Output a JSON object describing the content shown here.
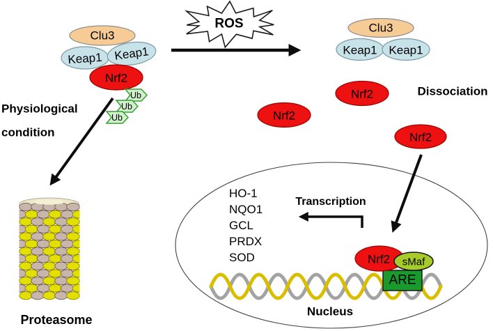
{
  "diagram": {
    "ros_label": "ROS",
    "dissociation_label": "Dissociation",
    "physiological_label": {
      "line1": "Physiological",
      "line2": "condition"
    },
    "proteasome_label": "Proteasome",
    "left_complex": {
      "clu3": "Clu3",
      "keap1_a": "Keap1",
      "keap1_b": "Keap1",
      "nrf2": "Nrf2",
      "ub_tags": [
        "Ub",
        "Ub",
        "Ub"
      ]
    },
    "right_complex": {
      "clu3": "Clu3",
      "keap1_a": "Keap1",
      "keap1_b": "Keap1"
    },
    "free_nrf2": [
      "Nrf2",
      "Nrf2",
      "Nrf2"
    ],
    "nucleus": {
      "label": "Nucleus",
      "target_genes": [
        "HO-1",
        "NQO1",
        "GCL",
        "PRDX",
        "SOD"
      ],
      "transcription_label": "Transcription",
      "nrf2_label": "Nrf2",
      "smaf_label": "sMaf",
      "are_label": "ARE"
    },
    "colors": {
      "background": "#ffffff",
      "clu3_fill": "#F7CB96",
      "clu3_stroke": "#8C8C8C",
      "keap1_fill": "#C8E2E9",
      "keap1_stroke": "#7A9AA5",
      "nrf2_fill": "#EE1111",
      "nrf2_stroke": "#990000",
      "ub_fill": "#D2F0CC",
      "ub_stroke": "#35A035",
      "smaf_fill": "#A6CB2B",
      "are_fill": "#1A9A2C",
      "dna_yellow": "#D9BE00",
      "dna_gray": "#A3A3A3",
      "proteasome_yellow": "#E3DF00",
      "proteasome_tan": "#C8B6AC",
      "arrow_color": "#0d0d0d"
    }
  }
}
